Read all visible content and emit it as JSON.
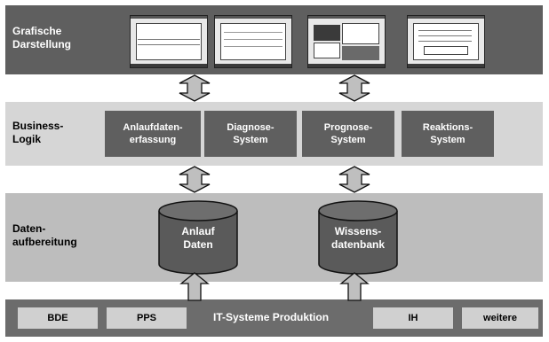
{
  "layers": {
    "gui": {
      "label": "Grafische\nDarstellung"
    },
    "logic": {
      "label": "Business-\nLogik"
    },
    "data": {
      "label": "Daten-\naufbereitung"
    },
    "production": {
      "title": "IT-Systeme Produktion"
    }
  },
  "modules": [
    {
      "label": "Anlaufdaten-\nerfassung"
    },
    {
      "label": "Diagnose-\nSystem"
    },
    {
      "label": "Prognose-\nSystem"
    },
    {
      "label": "Reaktions-\nSystem"
    }
  ],
  "databases": [
    {
      "label": "Anlauf\nDaten"
    },
    {
      "label": "Wissens-\ndatenbank"
    }
  ],
  "production_systems": [
    {
      "label": "BDE"
    },
    {
      "label": "PPS"
    },
    {
      "label": "IH"
    },
    {
      "label": "weitere"
    }
  ],
  "colors": {
    "dark_layer": "#5f5f5f",
    "light_layer": "#d6d6d6",
    "mid_layer": "#bdbdbd",
    "arrow_fill": "#bfbfbf"
  }
}
